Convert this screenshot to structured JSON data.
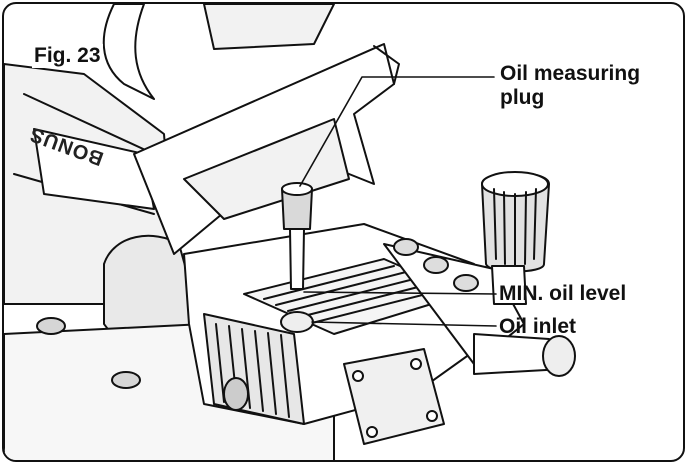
{
  "figure": {
    "label": "Fig. 23"
  },
  "brand_mark": "BONUS",
  "callouts": {
    "oil_measuring_plug_line1": "Oil measuring",
    "oil_measuring_plug_line2": "plug",
    "min_oil_level": "MIN. oil level",
    "oil_inlet": "Oil inlet"
  },
  "colors": {
    "line": "#111111",
    "background": "#ffffff",
    "light_fill": "#f2f2f2",
    "shade": "#cfcfcf"
  }
}
